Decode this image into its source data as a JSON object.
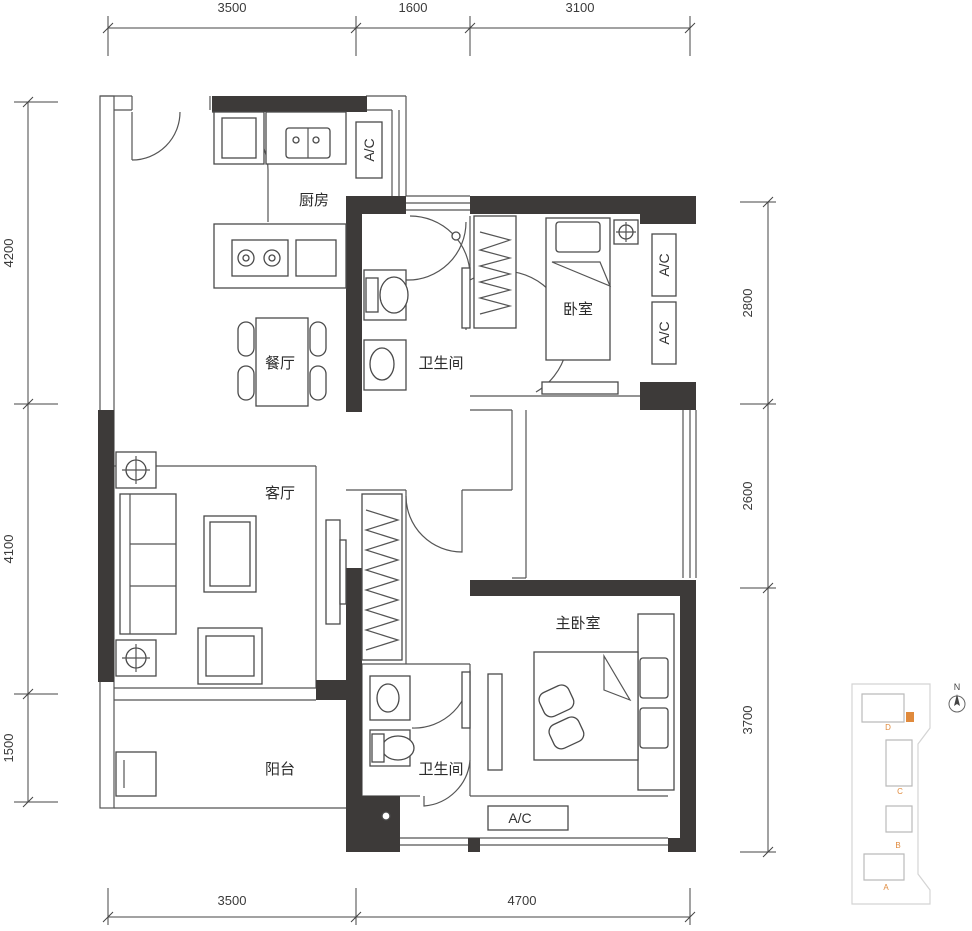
{
  "rooms": {
    "kitchen": "厨房",
    "bedroom": "卧室",
    "bathroom1": "卫生间",
    "dining": "餐厅",
    "living": "客厅",
    "master": "主卧室",
    "bathroom2": "卫生间",
    "balcony": "阳台"
  },
  "ac_units": [
    "A/C",
    "A/C",
    "A/C",
    "A/C"
  ],
  "dimensions": {
    "top": [
      "3500",
      "1600",
      "3100"
    ],
    "bottom": [
      "3500",
      "4700"
    ],
    "left": [
      "4200",
      "4100",
      "1500"
    ],
    "right": [
      "2800",
      "2600",
      "3700"
    ]
  },
  "key_plan": {
    "north": "N",
    "blocks": [
      "D",
      "C",
      "B",
      "A"
    ],
    "highlight_color": "#e08a3c"
  },
  "colors": {
    "wall": "#3d3a39",
    "line": "#555555"
  }
}
